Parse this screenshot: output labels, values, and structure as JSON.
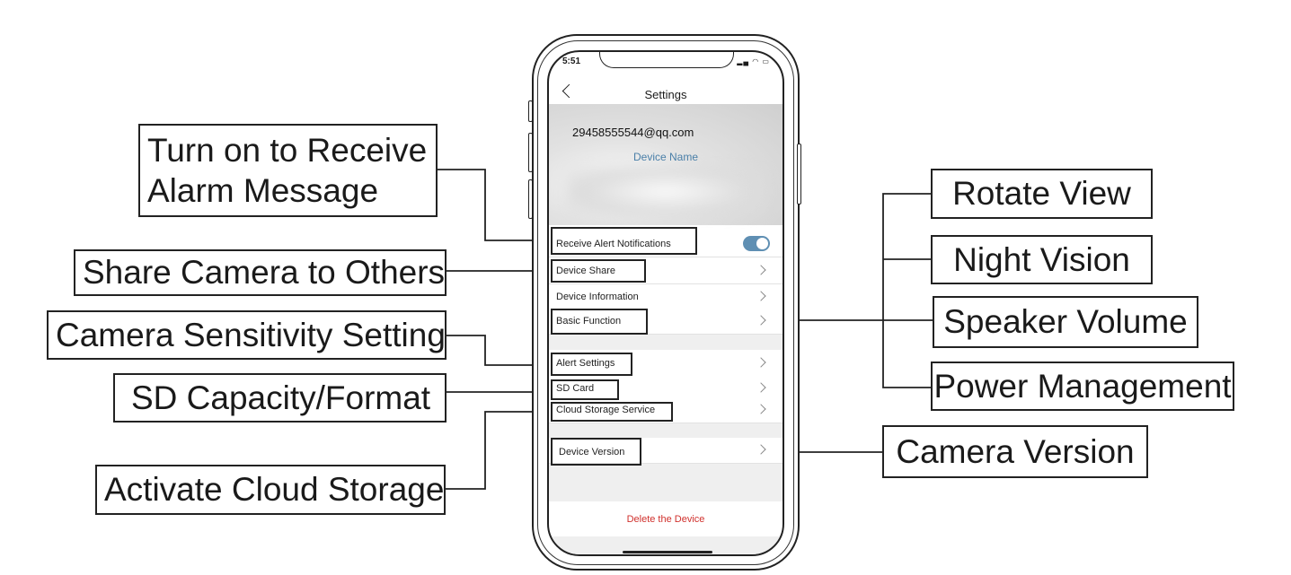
{
  "phone": {
    "status_time": "5:51",
    "title": "Settings",
    "account": "29458555544@qq.com",
    "device_name": "Device Name",
    "rows": {
      "alert_notifications": "Receive Alert Notifications",
      "device_share": "Device Share",
      "device_information": "Device Information",
      "basic_function": "Basic Function",
      "alert_settings": "Alert Settings",
      "sd_card": "SD Card",
      "cloud_storage": "Cloud Storage Service",
      "device_version": "Device Version"
    },
    "delete": "Delete the Device",
    "toggle_on": true,
    "accent_color": "#5f8fb3",
    "danger_color": "#d0302c"
  },
  "callouts": {
    "left": {
      "alarm_line1": "Turn on to Receive",
      "alarm_line2": "Alarm Message",
      "share": "Share Camera to Others",
      "sensitivity": "Camera Sensitivity Setting",
      "sd": "SD Capacity/Format",
      "cloud": "Activate Cloud Storage"
    },
    "right": {
      "rotate": "Rotate View",
      "night": "Night Vision",
      "speaker": "Speaker Volume",
      "power": "Power Management",
      "version": "Camera Version"
    }
  }
}
